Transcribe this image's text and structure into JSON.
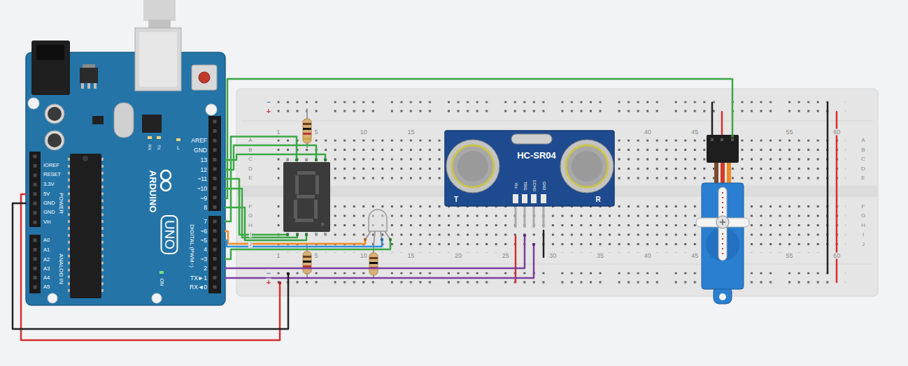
{
  "diagram": {
    "nodes": [
      {
        "text": [
          "AREF",
          "GND",
          "13",
          "12",
          "~11",
          "~10",
          "~9",
          "8",
          "7",
          "~6",
          "~5",
          "4",
          "~3",
          "2",
          "TX►1",
          "RX◄0",
          "DIGITAL (PWM~)",
          "RX",
          "TX",
          "L",
          "ARDUINO",
          "UNO",
          "ON",
          "IOREF",
          "RESET",
          "3.3V",
          "5V",
          "GND",
          "GND",
          "Vin",
          "POWER",
          "A0",
          "A1",
          "A2",
          "A3",
          "A4",
          "A5",
          "ANALOG IN"
        ]
      },
      {
        "text": [
          "1",
          "5",
          "10",
          "15",
          "40",
          "45",
          "55",
          "60",
          "1",
          "5",
          "10",
          "15",
          "20",
          "25",
          "30",
          "35",
          "40",
          "45",
          "55",
          "60",
          "A",
          "B",
          "C",
          "D",
          "E",
          "F",
          "G",
          "H",
          "I",
          "J",
          "A",
          "B",
          "C",
          "D",
          "E",
          "F",
          "G",
          "H",
          "I",
          "J",
          "−",
          "+",
          "−",
          "+"
        ]
      },
      {
        "text": [
          "HC-SR04",
          "T",
          "Vcc",
          "TRIG",
          "ECHO",
          "GND",
          "R"
        ],
        "in": 1
      }
    ],
    "edges": [
      {
        "from": 0,
        "to": 1,
        "arrow": "none"
      },
      {
        "from": 0,
        "to": 1,
        "arrow": "none"
      },
      {
        "from": 0,
        "to": 1,
        "arrow": "none"
      },
      {
        "from": 0,
        "to": 1,
        "arrow": "none"
      },
      {
        "from": 0,
        "to": 1,
        "arrow": "none"
      },
      {
        "from": 0,
        "to": 1,
        "arrow": "none"
      },
      {
        "from": 0,
        "to": 1,
        "arrow": "none"
      },
      {
        "from": 0,
        "to": 1,
        "arrow": "none"
      },
      {
        "from": 0,
        "to": 1,
        "arrow": "none"
      },
      {
        "from": 0,
        "to": 1,
        "arrow": "none"
      },
      {
        "from": 0,
        "to": 1,
        "arrow": "none"
      },
      {
        "from": 0,
        "to": 1,
        "arrow": "none"
      },
      {
        "from": 0,
        "to": 1,
        "arrow": "none"
      },
      {
        "from": 0,
        "to": 1,
        "arrow": "none"
      }
    ]
  }
}
